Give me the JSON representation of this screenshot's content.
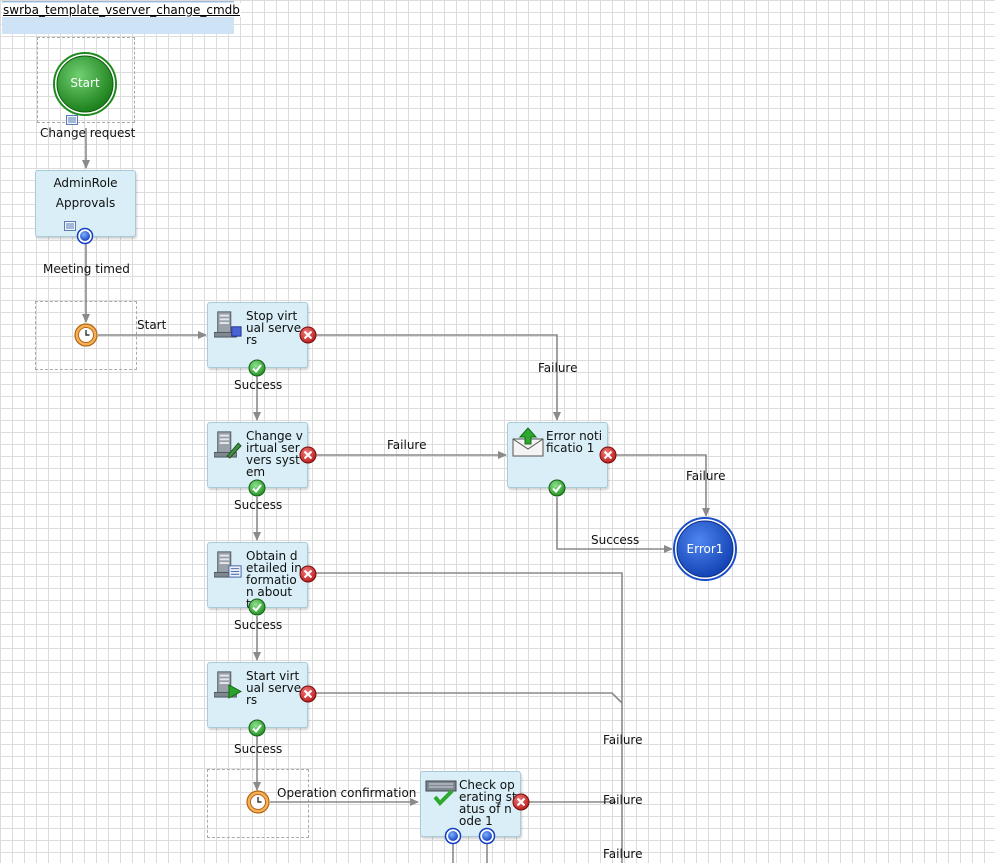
{
  "template_name": "swrba_template_vserver_change_cmdb",
  "nodes": {
    "start": "Start",
    "change_request": "Change request",
    "admin_role_line1": "AdminRole",
    "admin_role_line2": "Approvals",
    "meeting_timed": "Meeting timed",
    "stop_vs": "Stop virtual servers",
    "change_vs": "Change virtual servers system",
    "obtain_info": "Obtain detailed information about t...",
    "start_vs": "Start virtual servers",
    "check_status": "Check operating status of node 1",
    "error_notification": "Error notificatio 1",
    "error1": "Error1"
  },
  "edges": {
    "start": "Start",
    "success": "Success",
    "failure": "Failure",
    "operation_confirmation": "Operation confirmation"
  },
  "colors": {
    "start_node": "#1e8a1e",
    "error_node": "#1b4fc9",
    "task_fill": "#d9eef6",
    "grid": "#dcdcdc"
  },
  "icons": [
    "server-icon",
    "success-badge-icon",
    "failure-badge-icon",
    "timer-icon",
    "mail-icon",
    "form-icon",
    "connector-icon"
  ]
}
